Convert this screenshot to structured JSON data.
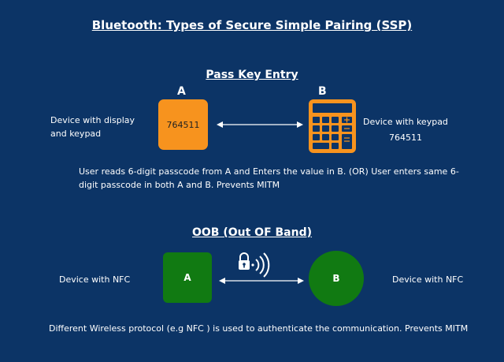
{
  "title": "Bluetooth: Types of Secure Simple Pairing (SSP)",
  "passkey": {
    "heading": "Pass Key Entry",
    "device_a_letter": "A",
    "device_b_letter": "B",
    "device_a_label_line1": "Device with display",
    "device_a_label_line2": "and keypad",
    "device_a_code": "764511",
    "device_b_label": "Device with  keypad",
    "device_b_code": "764511",
    "description_line1": "User reads 6-digit passcode from A and Enters the value in B. (OR) User enters same 6-",
    "description_line2": "digit passcode in both A and B. Prevents MITM",
    "colors": {
      "device_a": "#f7931e",
      "calculator": "#f7931e"
    },
    "icon": "calculator-icon"
  },
  "oob": {
    "heading": "OOB (Out OF Band)",
    "device_a_letter": "A",
    "device_b_letter": "B",
    "device_a_label": "Device with NFC",
    "device_b_label": "Device with NFC",
    "description": "Different Wireless protocol (e.g NFC ) is used to authenticate the communication. Prevents MITM",
    "colors": {
      "device": "#117a12"
    },
    "icon": "secure-wireless-icon"
  },
  "colors": {
    "background": "#0c3466",
    "text": "#ffffff"
  }
}
